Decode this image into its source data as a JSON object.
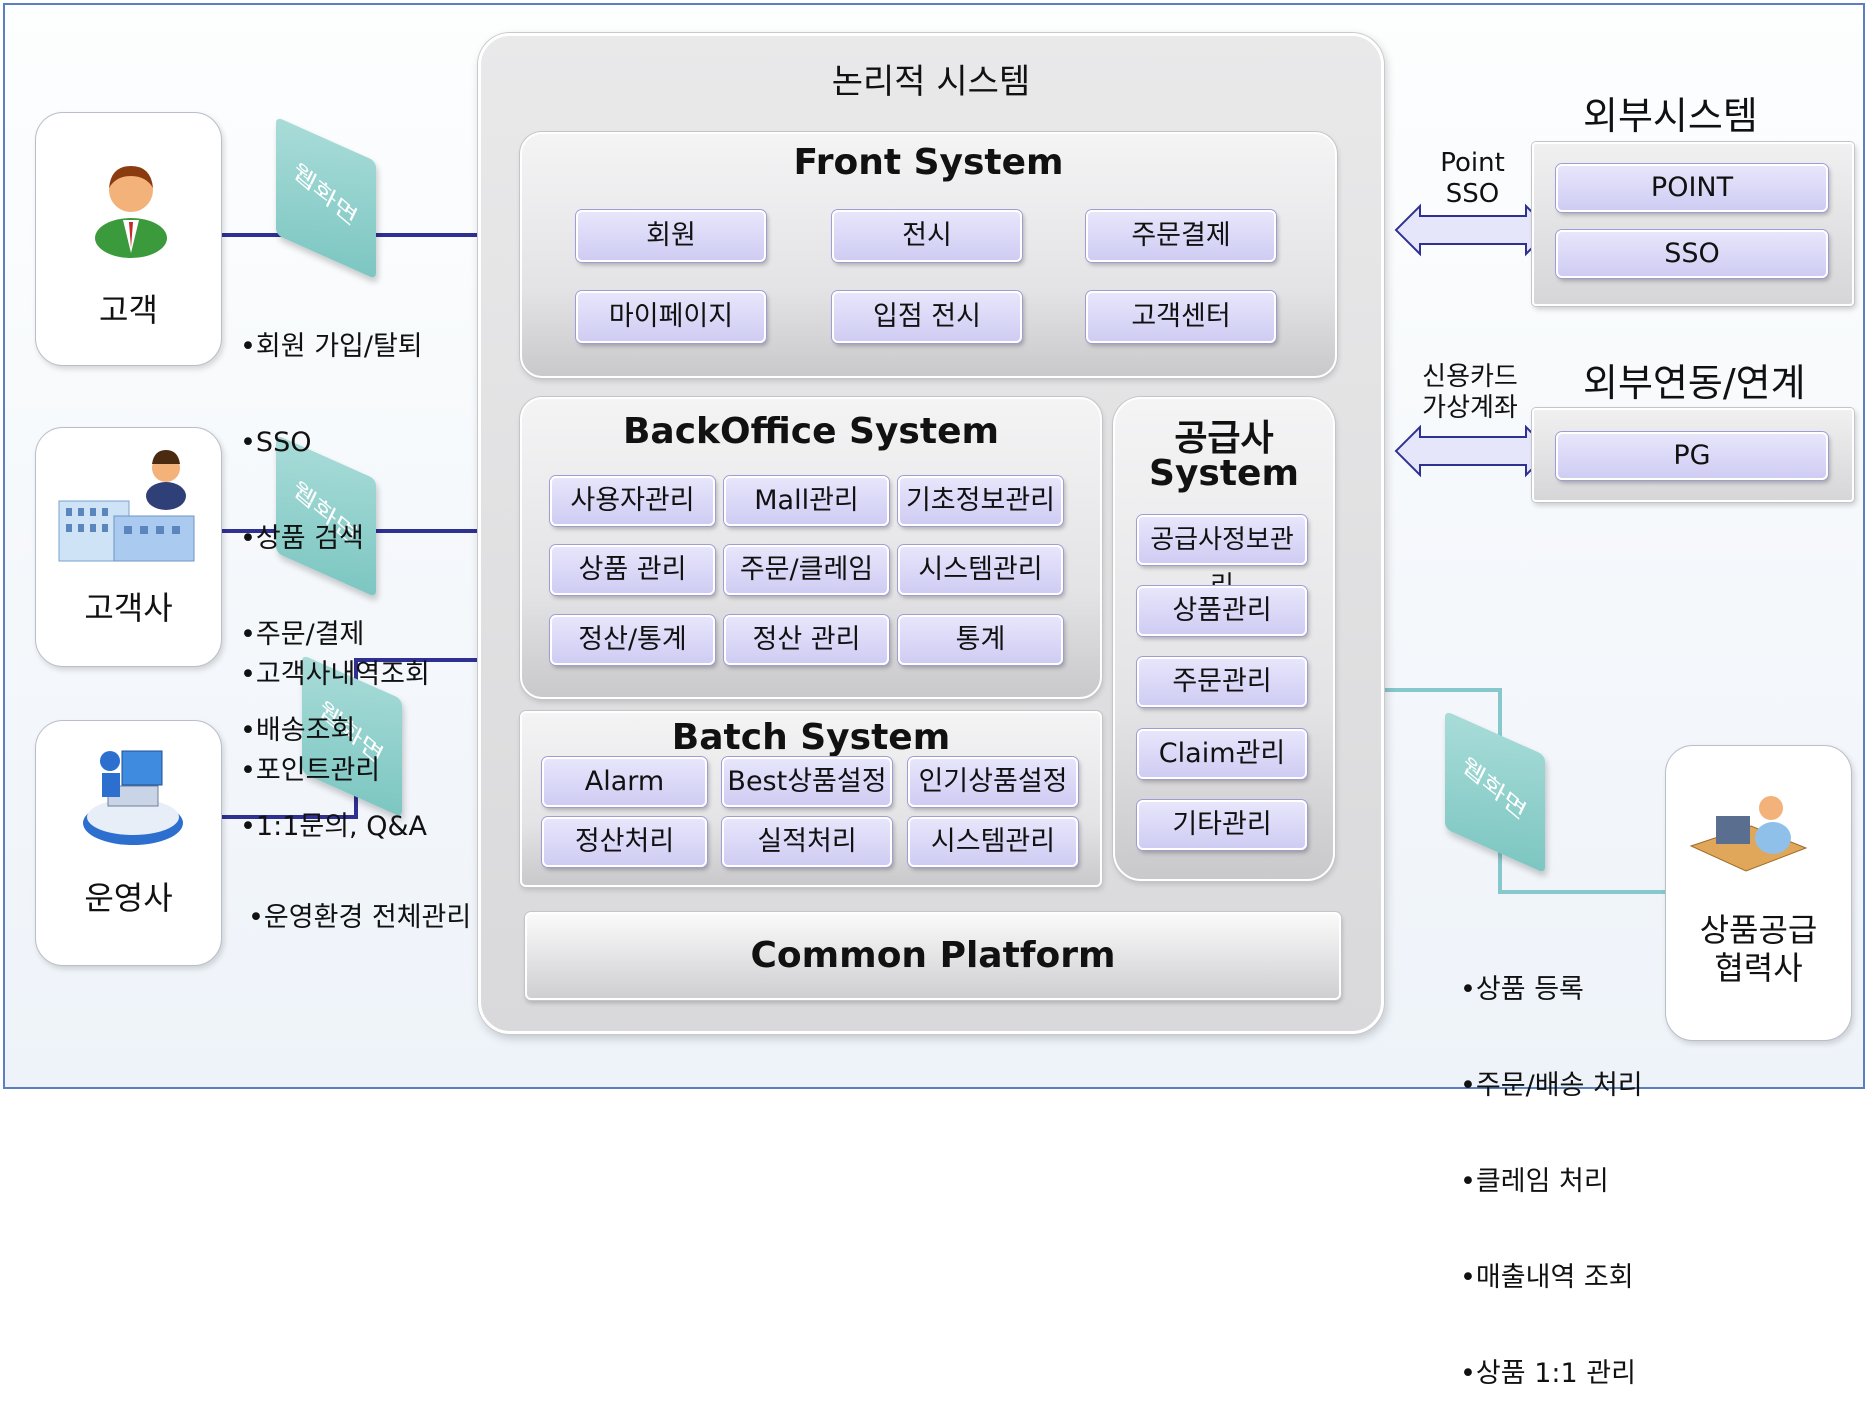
{
  "logical_system": {
    "title": "논리적 시스템"
  },
  "actors": {
    "customer": {
      "label": "고객"
    },
    "client_company": {
      "label": "고객사"
    },
    "operator": {
      "label": "운영사"
    },
    "supplier": {
      "label": "상품공급\n협력사"
    }
  },
  "web_screen_label": "웹화면",
  "notes": {
    "customer": [
      "•회원 가입/탈퇴",
      "•SSO",
      "•상품 검색",
      "•주문/결제",
      "•배송조회",
      "•1:1문의, Q&A"
    ],
    "client_company": [
      "•고객사내역조회",
      "•포인트관리"
    ],
    "operator": [
      "•운영환경 전체관리"
    ],
    "supplier": [
      "•상품 등록",
      "•주문/배송 처리",
      "•클레임 처리",
      "•매출내역 조회",
      "•상품 1:1 관리"
    ]
  },
  "front_system": {
    "title": "Front System",
    "modules": [
      "회원",
      "전시",
      "주문결제",
      "마이페이지",
      "입점 전시",
      "고객센터"
    ]
  },
  "backoffice_system": {
    "title": "BackOffice System",
    "modules": [
      "사용자관리",
      "Mall관리",
      "기초정보관리",
      "상품 관리",
      "주문/클레임",
      "시스템관리",
      "정산/통계",
      "정산 관리",
      "통계"
    ]
  },
  "batch_system": {
    "title": "Batch System",
    "modules": [
      "Alarm",
      "Best상품설정",
      "인기상품설정",
      "정산처리",
      "실적처리",
      "시스템관리"
    ]
  },
  "supplier_system": {
    "title_line1": "공급사",
    "title_line2": "System",
    "modules": [
      "공급사정보관리",
      "상품관리",
      "주문관리",
      "Claim관리",
      "기타관리"
    ]
  },
  "common_platform": {
    "title": "Common Platform"
  },
  "external_system": {
    "title": "외부시스템",
    "arrow_label": "Point\nSSO",
    "modules": [
      "POINT",
      "SSO"
    ]
  },
  "external_link": {
    "title": "외부연동/연계",
    "arrow_label": "신용카드\n가상계좌",
    "modules": [
      "PG"
    ]
  },
  "colors": {
    "arrow": "#2e3192",
    "supplier_arrow": "#86c8cb",
    "module_fill": "#d6d4f5",
    "web_screen": "#8ccfca"
  }
}
